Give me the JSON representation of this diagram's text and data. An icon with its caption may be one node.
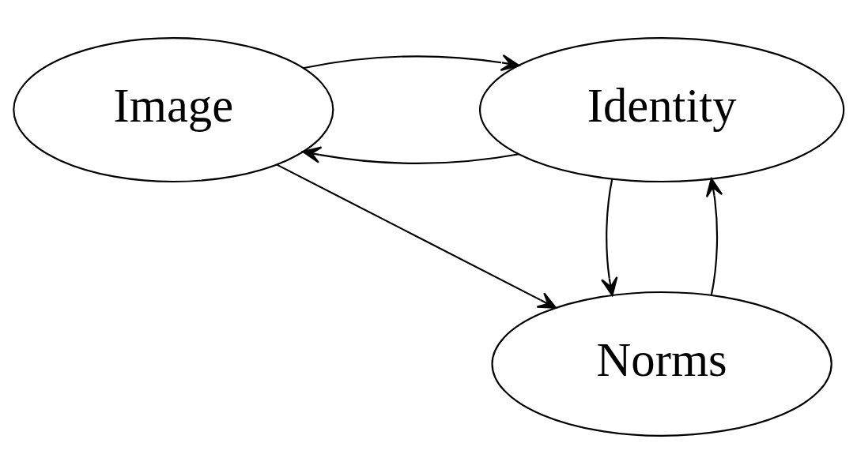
{
  "diagram": {
    "nodes": [
      {
        "text": [
          "Image"
        ]
      },
      {
        "text": [
          "Identity"
        ]
      },
      {
        "text": [
          "Norms"
        ]
      }
    ],
    "edges": [
      {
        "from": 1,
        "to": 0,
        "arrow": "to"
      },
      {
        "from": 0,
        "to": 1,
        "arrow": "to"
      },
      {
        "from": 0,
        "to": 2,
        "arrow": "to"
      },
      {
        "from": 1,
        "to": 2,
        "arrow": "to"
      },
      {
        "from": 2,
        "to": 1,
        "arrow": "to"
      }
    ]
  }
}
